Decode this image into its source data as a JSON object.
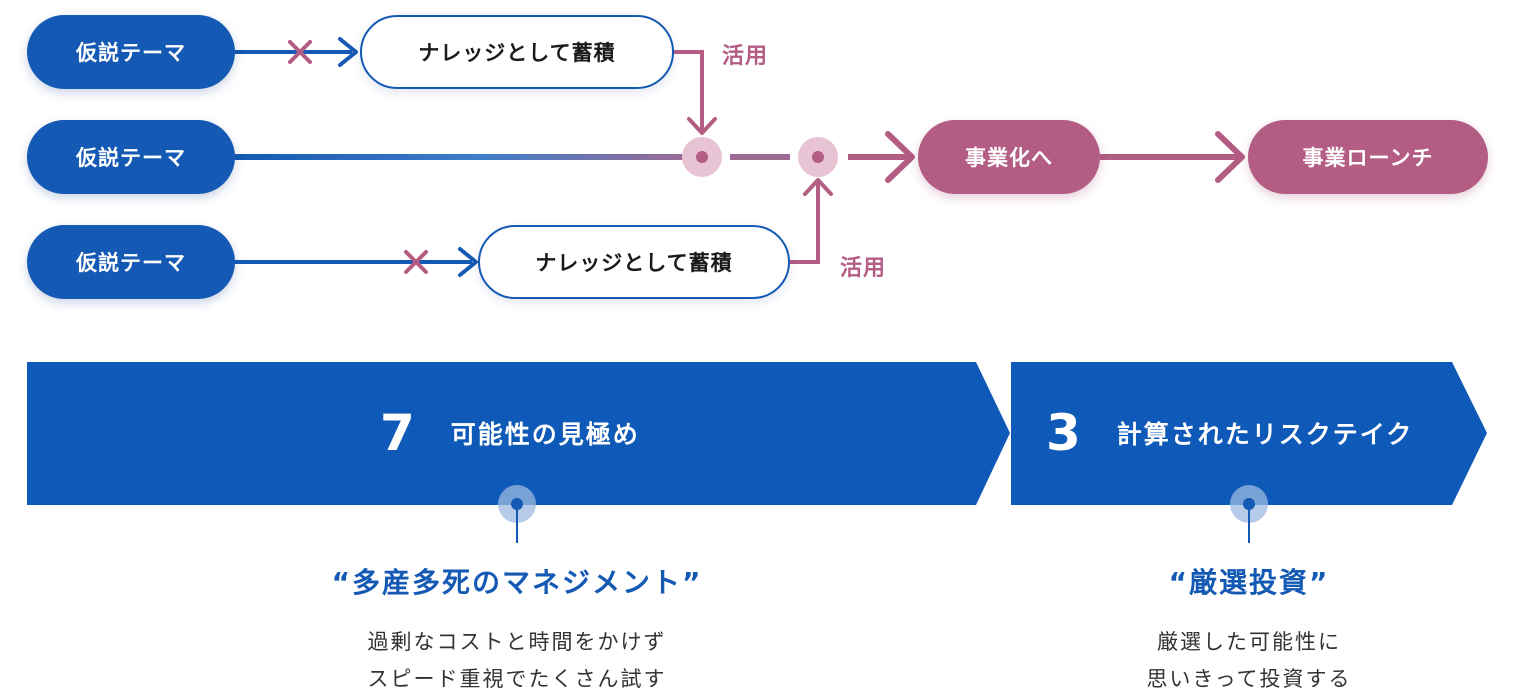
{
  "flow": {
    "theme_top": "仮説テーマ",
    "theme_mid": "仮説テーマ",
    "theme_bottom": "仮説テーマ",
    "knowledge_top": "ナレッジとして蓄積",
    "knowledge_bottom": "ナレッジとして蓄積",
    "use_top": "活用",
    "use_bottom": "活用",
    "business": "事業化へ",
    "launch": "事業ローンチ"
  },
  "bands": [
    {
      "number": "7",
      "label": "可能性の見極め"
    },
    {
      "number": "3",
      "label": "計算されたリスクテイク"
    }
  ],
  "callouts": [
    {
      "heading": "“多産多死のマネジメント”",
      "lines": [
        "過剰なコストと時間をかけず",
        "スピード重視でたくさん試す"
      ]
    },
    {
      "heading": "“厳選投資”",
      "lines": [
        "厳選した可能性に",
        "思いきって投資する"
      ]
    }
  ],
  "colors": {
    "blue": "#1459b3",
    "pink": "#b35d84",
    "band_blue": "#0f5ab8"
  }
}
